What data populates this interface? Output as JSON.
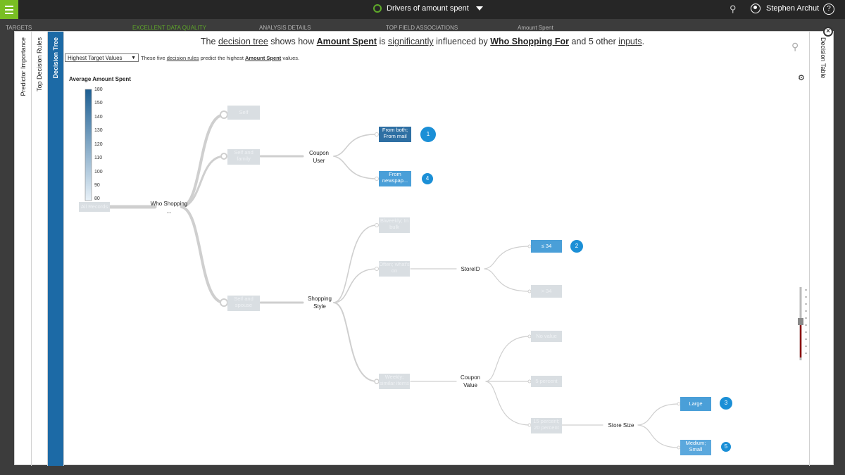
{
  "app": {
    "title": "Drivers of amount spent",
    "user": "Stephen Archut",
    "help_icon": "?"
  },
  "background_tabs": [
    "TARGETS",
    "EXCELLENT DATA QUALITY",
    "ANALYSIS DETAILS",
    "TOP FIELD ASSOCIATIONS",
    "Amount Spent"
  ],
  "side_tabs": [
    "Predictor Importance",
    "Top Decision Rules",
    "Decision Tree"
  ],
  "right_tab": "Decision Table",
  "headline": {
    "p1": "The ",
    "link1": "decision tree",
    "p2": " shows how ",
    "target": "Amount Spent",
    "p3": " is ",
    "link2": "significantly",
    "p4": " influenced by ",
    "predictor": "Who Shopping For",
    "p5": " and 5 other ",
    "link3": "inputs",
    "p6": "."
  },
  "rule_select": {
    "value": "Highest Target Values"
  },
  "subline": {
    "p1": "These five ",
    "link": "decision rules",
    "p2": " predict the highest ",
    "target": "Amount Spent",
    "p3": " values."
  },
  "legend": {
    "title": "Average Amount Spent",
    "ticks": [
      "180",
      "150",
      "140",
      "130",
      "120",
      "110",
      "100",
      "90",
      "80"
    ],
    "color_high": "#1d5f93",
    "color_low": "#e8f1f8"
  },
  "tree": {
    "nodes": [
      {
        "id": "root",
        "label": "All Records",
        "state": "dim"
      },
      {
        "id": "self",
        "label": "Self",
        "state": "dim"
      },
      {
        "id": "self_family",
        "label": "Self and family",
        "state": "dim"
      },
      {
        "id": "self_spouse",
        "label": "Self and spouse",
        "state": "dim"
      },
      {
        "id": "from_both",
        "label": "From both; From mail",
        "state": "active",
        "color": "#2e6fa3"
      },
      {
        "id": "from_newspaper",
        "label": "From newspap...",
        "state": "active",
        "color": "#4a9fd8"
      },
      {
        "id": "biweekly",
        "label": "Biweekly; In bulk",
        "state": "dim"
      },
      {
        "id": "often",
        "label": "Often; what's on",
        "state": "dim"
      },
      {
        "id": "weekly",
        "label": "Weekly; similar items",
        "state": "dim"
      },
      {
        "id": "le34",
        "label": "≤ 34",
        "state": "active",
        "color": "#4a9fd8"
      },
      {
        "id": "gt34",
        "label": "> 34",
        "state": "dim"
      },
      {
        "id": "no_value",
        "label": "No value",
        "state": "dim"
      },
      {
        "id": "p5",
        "label": "5 percent",
        "state": "dim"
      },
      {
        "id": "p15_20",
        "label": "15 percent; 20 percent",
        "state": "dim"
      },
      {
        "id": "large",
        "label": "Large",
        "state": "active",
        "color": "#4a9fd8"
      },
      {
        "id": "medium_small",
        "label": "Medium; Small",
        "state": "active",
        "color": "#5ba8dd"
      }
    ],
    "split_labels": [
      {
        "id": "who_shopping",
        "label": "Who Shopping ..."
      },
      {
        "id": "coupon_user",
        "label": "Coupon User"
      },
      {
        "id": "shopping_style",
        "label": "Shopping Style"
      },
      {
        "id": "store_id",
        "label": "StoreID"
      },
      {
        "id": "coupon_value",
        "label": "Coupon Value"
      },
      {
        "id": "store_size",
        "label": "Store Size"
      }
    ],
    "rule_badges": [
      "1",
      "4",
      "2",
      "3",
      "5"
    ]
  }
}
